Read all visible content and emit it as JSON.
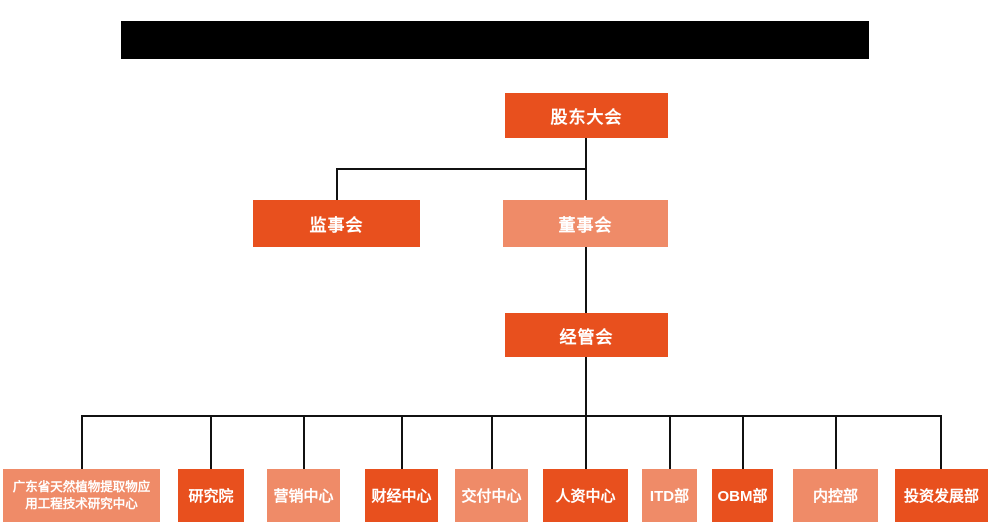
{
  "title_bar": {
    "redacted": true
  },
  "org": {
    "root": {
      "label": "股东大会",
      "variant": "dark"
    },
    "branches": [
      {
        "label": "监事会",
        "variant": "dark"
      },
      {
        "label": "董事会",
        "variant": "light"
      }
    ],
    "management": {
      "label": "经管会",
      "variant": "dark"
    },
    "departments": [
      {
        "label": "广东省天然植物提取物应用工程技术研究中心",
        "variant": "light"
      },
      {
        "label": "研究院",
        "variant": "dark"
      },
      {
        "label": "营销中心",
        "variant": "light"
      },
      {
        "label": "财经中心",
        "variant": "dark"
      },
      {
        "label": "交付中心",
        "variant": "light"
      },
      {
        "label": "人资中心",
        "variant": "dark"
      },
      {
        "label": "ITD部",
        "variant": "light"
      },
      {
        "label": "OBM部",
        "variant": "dark"
      },
      {
        "label": "内控部",
        "variant": "light"
      },
      {
        "label": "投资发展部",
        "variant": "dark"
      }
    ]
  },
  "colors": {
    "dark": "#e8501e",
    "light": "#ef8b68",
    "line": "#111111",
    "bar": "#000000"
  }
}
